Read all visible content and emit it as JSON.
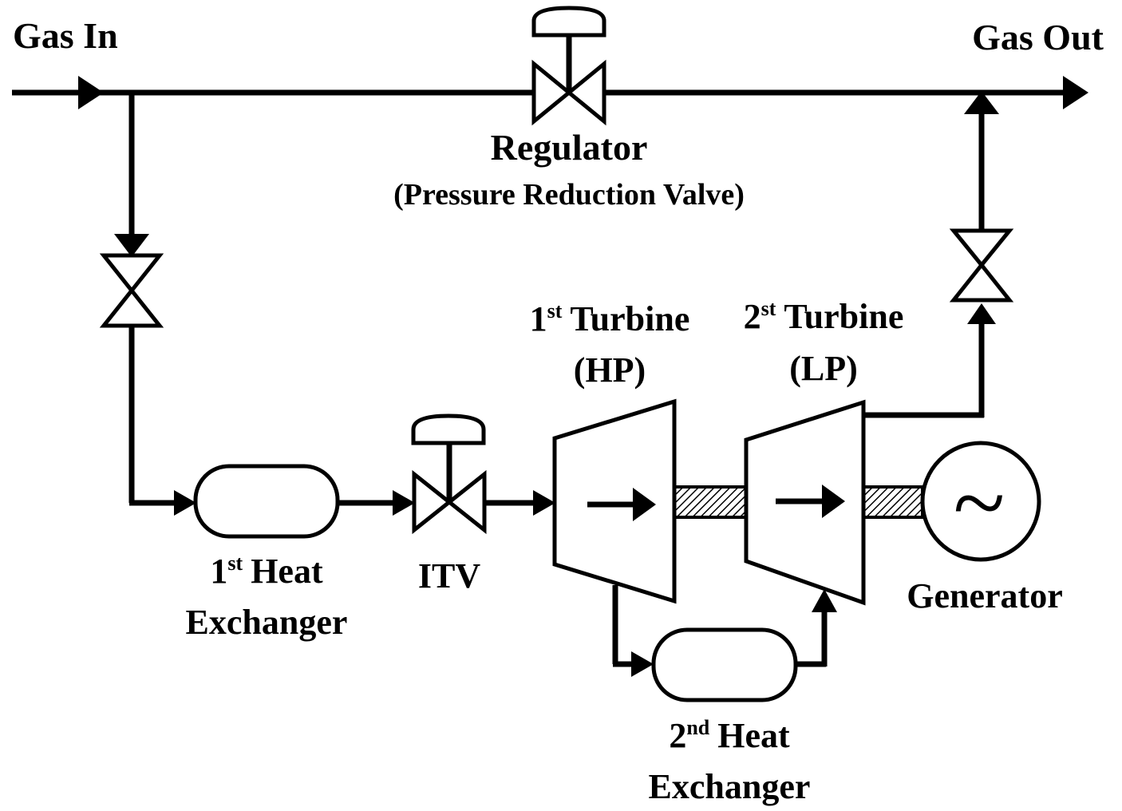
{
  "labels": {
    "gas_in": "Gas In",
    "gas_out": "Gas Out",
    "regulator": "Regulator",
    "regulator_sub": "(Pressure Reduction Valve)",
    "turbine1_num": "1",
    "turbine1_sup": "st",
    "turbine1_name": "Turbine",
    "turbine1_type": "(HP)",
    "turbine2_num": "2",
    "turbine2_sup": "st",
    "turbine2_name": "Turbine",
    "turbine2_type": "(LP)",
    "hx1_num": "1",
    "hx1_sup": "st",
    "hx1_name": "Heat",
    "hx1_line2": "Exchanger",
    "itv": "ITV",
    "hx2_num": "2",
    "hx2_sup": "nd",
    "hx2_name": "Heat",
    "hx2_line2": "Exchanger",
    "generator": "Generator",
    "generator_symbol": "~"
  },
  "colors": {
    "line": "#000000",
    "background": "#ffffff"
  }
}
